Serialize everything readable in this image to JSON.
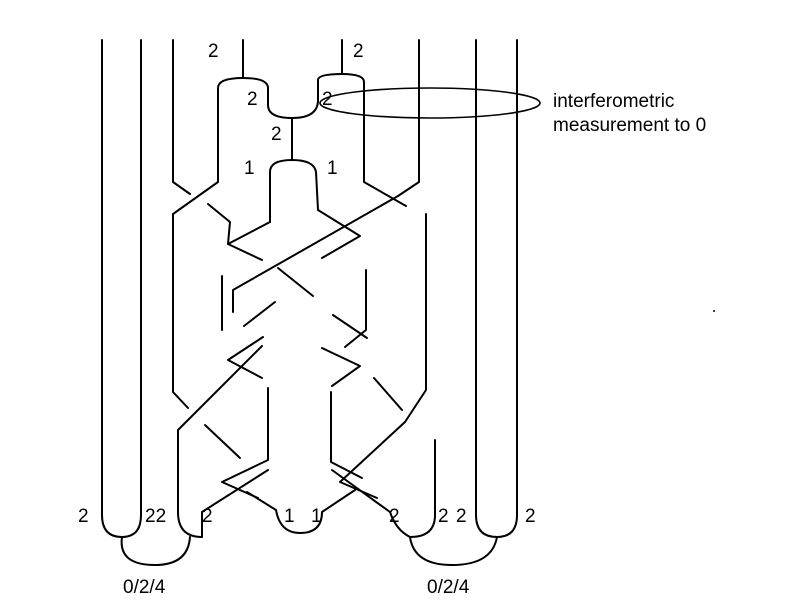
{
  "annotation": {
    "line1": "interferometric",
    "line2": "measurement to 0"
  },
  "labels": {
    "top_left": "2",
    "top_right": "2",
    "cup_left": "2",
    "cup_right": "2",
    "mid": "2",
    "fork_left": "1",
    "fork_right": "1",
    "bottom": [
      "2",
      "22",
      "2",
      "1",
      "1",
      "2",
      "2",
      "2",
      "2"
    ],
    "outcome_left": "0/2/4",
    "outcome_right": "0/2/4"
  }
}
